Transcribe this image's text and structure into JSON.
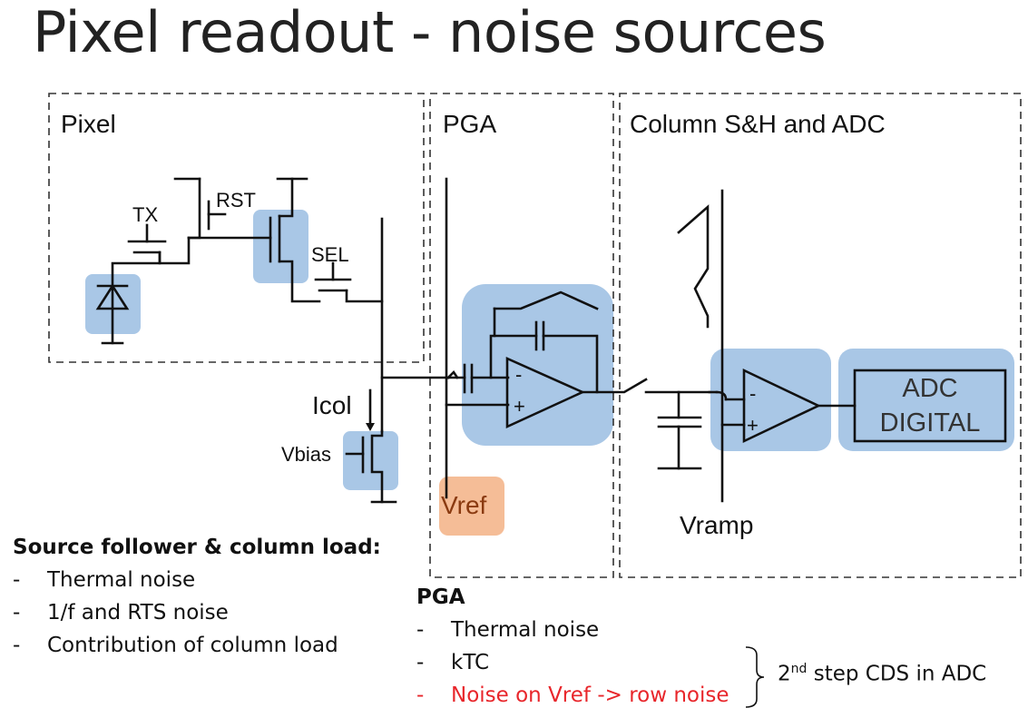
{
  "title": "Pixel readout - noise sources",
  "blocks": {
    "pixel": "Pixel",
    "pga": "PGA",
    "column": "Column S&H and ADC"
  },
  "labels": {
    "tx": "TX",
    "rst": "RST",
    "sel": "SEL",
    "icol": "Icol",
    "vbias": "Vbias",
    "vref": "Vref",
    "vramp": "Vramp",
    "adc_line1": "ADC",
    "adc_line2": "DIGITAL",
    "minus": "-",
    "plus": "+"
  },
  "colors": {
    "highlight_blue": "#a9c7e6",
    "highlight_orange": "#f5bd97",
    "red_text": "#e8262b"
  },
  "notes": {
    "source_follower": {
      "heading": "Source follower & column load:",
      "items": [
        "Thermal noise",
        "1/f and RTS noise",
        "Contribution of column load"
      ]
    },
    "pga": {
      "heading": "PGA",
      "items": [
        "Thermal noise",
        "kTC",
        "Noise on Vref -> row noise"
      ]
    },
    "cds": {
      "prefix": "2",
      "sup": "nd",
      "suffix": " step CDS in ADC"
    },
    "dash": "-"
  }
}
